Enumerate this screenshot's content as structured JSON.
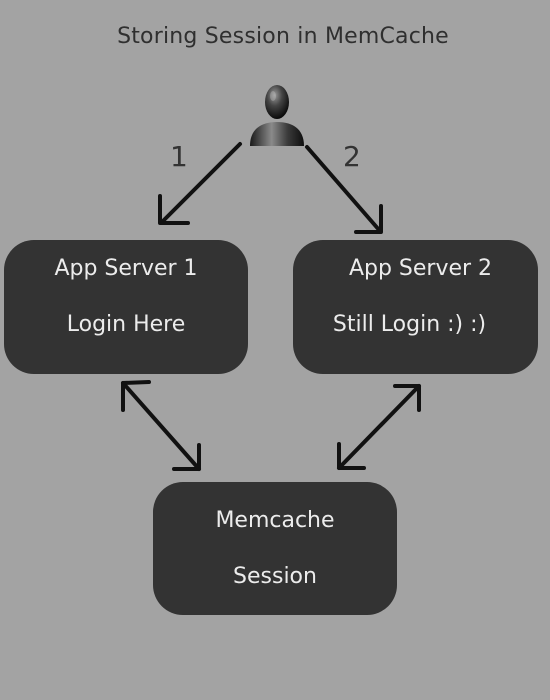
{
  "title": "Storing Session in MemCache",
  "steps": {
    "first": "1",
    "second": "2"
  },
  "nodes": {
    "app_server_1": {
      "name": "App Server 1",
      "text": "Login Here"
    },
    "app_server_2": {
      "name": "App Server 2",
      "text": "Still Login :) :)"
    },
    "memcache": {
      "name": "Memcache",
      "text": "Session"
    }
  },
  "icons": {
    "user": "user-silhouette-icon"
  },
  "colors": {
    "background": "#a3a3a3",
    "node_fill": "#333333",
    "node_text": "#ececec",
    "arrow": "#111111",
    "title_text": "#2f2f2f"
  }
}
